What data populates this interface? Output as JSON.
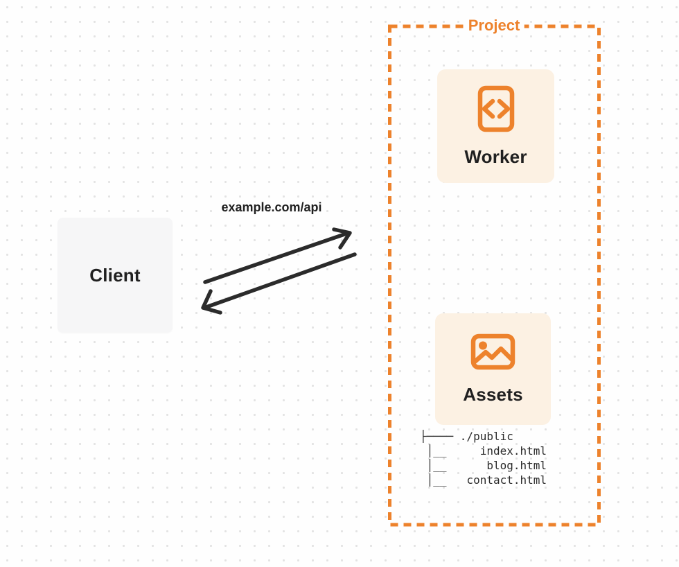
{
  "colors": {
    "orange": "#ED822C",
    "peach": "#FCF1E3",
    "ink": "#2B2B2B",
    "text": "#202020",
    "client_bg": "#F6F6F7",
    "page_bg": "#FEFEFE",
    "dot": "#E3E3E3"
  },
  "diagram": {
    "client": {
      "label": "Client"
    },
    "request_label": "example.com/api",
    "project": {
      "label": "Project",
      "worker": {
        "label": "Worker",
        "icon": "code-icon"
      },
      "assets": {
        "label": "Assets",
        "icon": "image-icon"
      },
      "file_tree": [
        "├──── ./public",
        " │__     index.html",
        " │__      blog.html",
        " │__   contact.html"
      ]
    }
  }
}
